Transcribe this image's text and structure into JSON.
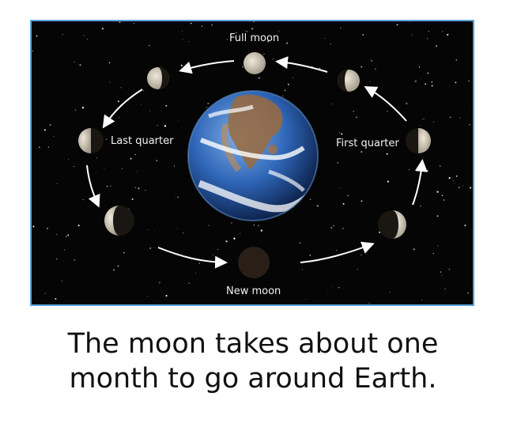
{
  "diagram": {
    "labels": {
      "full_moon": "Full moon",
      "first_quarter": "First quarter",
      "last_quarter": "Last quarter",
      "new_moon": "New moon"
    },
    "caption_line1": "The moon takes about one",
    "caption_line2": "month to go around Earth."
  },
  "colors": {
    "frame": "#5aa6d6",
    "space": "#050505",
    "moon_lit": "#d7cfc0",
    "moon_dark": "#1a1612",
    "earth_ocean": "#2f66b8",
    "arrow": "#ffffff"
  }
}
